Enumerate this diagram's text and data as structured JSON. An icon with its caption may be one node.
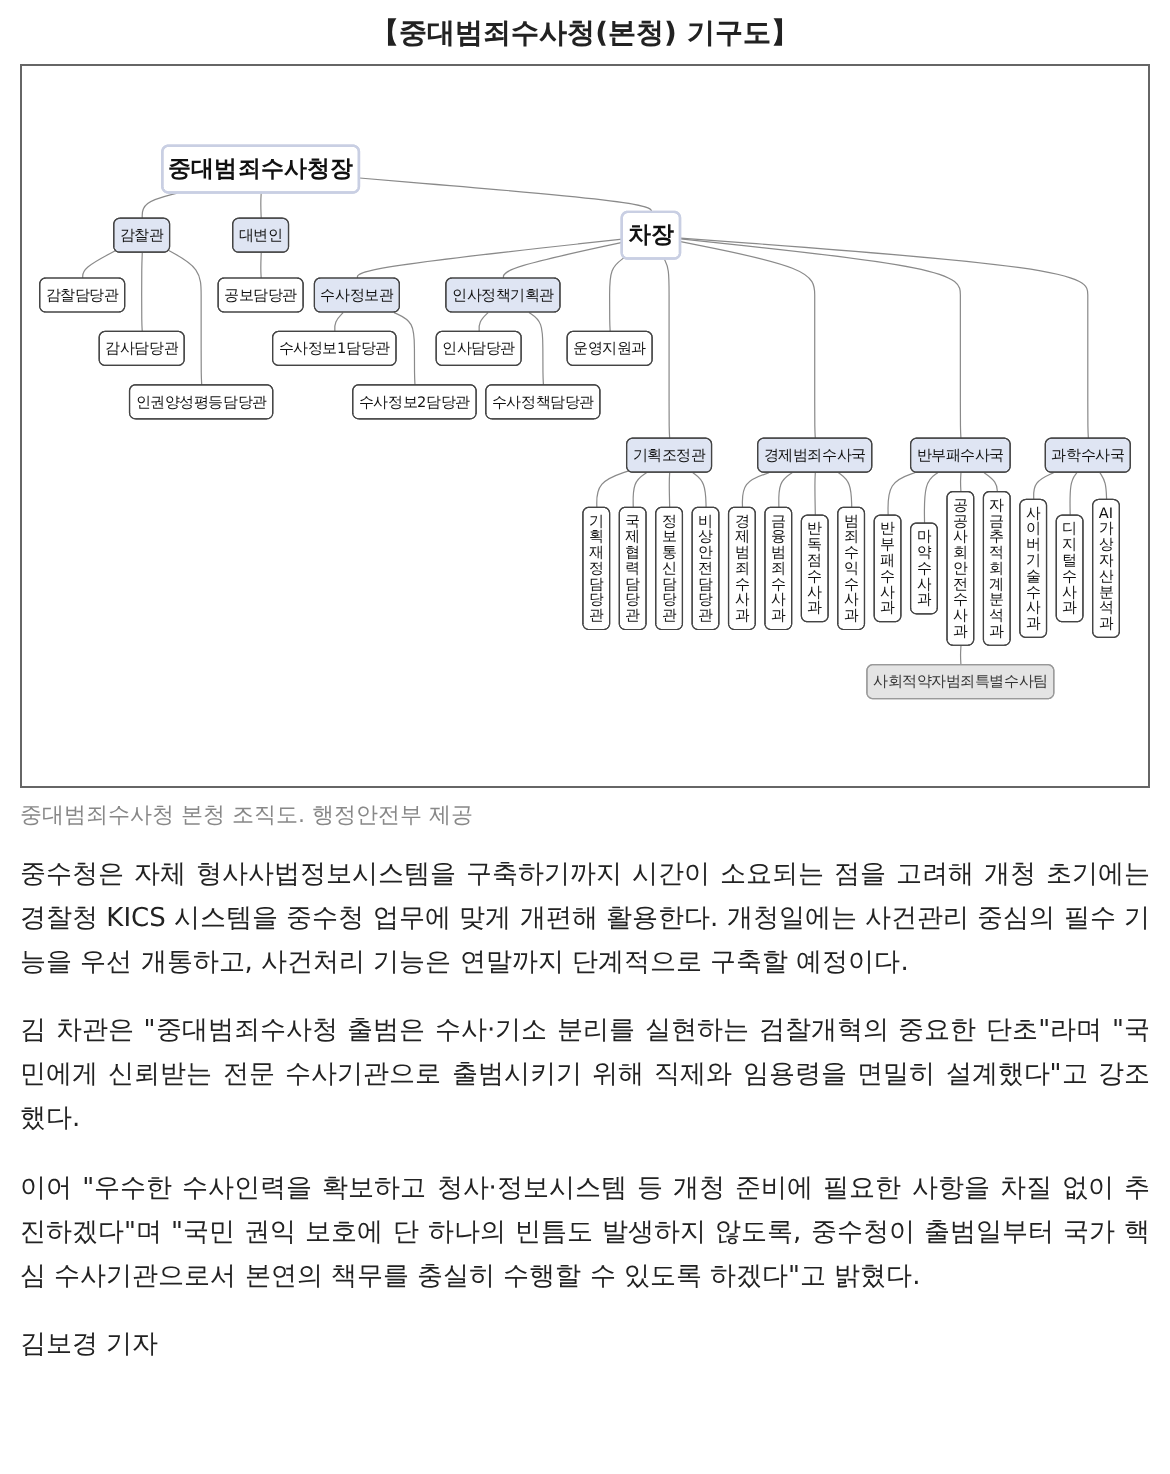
{
  "diagram": {
    "title": "【중대범죄수사청(본청) 기구도】",
    "caption": "중대범죄수사청 본청 조직도. 행정안전부 제공",
    "nodes": [
      {
        "text": [
          "중대범죄수사청장"
        ]
      },
      {
        "text": [
          "감찰담당관"
        ]
      },
      {
        "text": [
          "감사담당관"
        ]
      },
      {
        "text": [
          "인권양성평등담당관"
        ]
      },
      {
        "text": [
          "감찰관"
        ]
      },
      {
        "text": [
          "대변인"
        ]
      },
      {
        "text": [
          "공보담당관"
        ]
      },
      {
        "text": [
          "차장"
        ]
      },
      {
        "text": [
          "수사정보1담당관"
        ]
      },
      {
        "text": [
          "수사정보2담당관"
        ]
      },
      {
        "text": [
          "수사정보관"
        ]
      },
      {
        "text": [
          "인사정책기획관"
        ]
      },
      {
        "text": [
          "인사담당관"
        ]
      },
      {
        "text": [
          "수사정책담당관"
        ]
      },
      {
        "text": [
          "운영지원과"
        ]
      },
      {
        "text": [
          "기획조정관"
        ]
      },
      {
        "text": [
          "경제범죄수사국"
        ]
      },
      {
        "text": [
          "반부패수사국"
        ]
      },
      {
        "text": [
          "과학수사국"
        ]
      },
      {
        "text": [
          "기획재정담당관"
        ]
      },
      {
        "text": [
          "국제협력담당관"
        ]
      },
      {
        "text": [
          "정보통신담당관"
        ]
      },
      {
        "text": [
          "비상안전담당관"
        ]
      },
      {
        "text": [
          "경제범죄수사과"
        ]
      },
      {
        "text": [
          "금융범죄수사과"
        ]
      },
      {
        "text": [
          "반독점수사과"
        ]
      },
      {
        "text": [
          "범죄수익수사과"
        ]
      },
      {
        "text": [
          "반부패수사과"
        ]
      },
      {
        "text": [
          "마약수사과"
        ]
      },
      {
        "text": [
          "공공사회안전수사과"
        ]
      },
      {
        "text": [
          "자금추적회계분석과"
        ]
      },
      {
        "text": [
          "사이버기술수사과"
        ]
      },
      {
        "text": [
          "디지털수사과"
        ]
      },
      {
        "text": [
          "AI가상자산분석과"
        ]
      },
      {
        "text": [
          "사회적약자범죄특별수사팀"
        ]
      }
    ],
    "edges": [
      {
        "from": 0,
        "to": 4,
        "arrow": "none"
      },
      {
        "from": 0,
        "to": 5,
        "arrow": "none"
      },
      {
        "from": 0,
        "to": 7,
        "arrow": "none"
      },
      {
        "from": 4,
        "to": 1,
        "arrow": "none"
      },
      {
        "from": 4,
        "to": 2,
        "arrow": "none"
      },
      {
        "from": 4,
        "to": 3,
        "arrow": "none"
      },
      {
        "from": 5,
        "to": 6,
        "arrow": "none"
      },
      {
        "from": 7,
        "to": 10,
        "arrow": "none"
      },
      {
        "from": 7,
        "to": 11,
        "arrow": "none"
      },
      {
        "from": 7,
        "to": 14,
        "arrow": "none"
      },
      {
        "from": 10,
        "to": 8,
        "arrow": "none"
      },
      {
        "from": 10,
        "to": 9,
        "arrow": "none"
      },
      {
        "from": 11,
        "to": 12,
        "arrow": "none"
      },
      {
        "from": 11,
        "to": 13,
        "arrow": "none"
      },
      {
        "from": 7,
        "to": 15,
        "arrow": "none"
      },
      {
        "from": 7,
        "to": 16,
        "arrow": "none"
      },
      {
        "from": 7,
        "to": 17,
        "arrow": "none"
      },
      {
        "from": 7,
        "to": 18,
        "arrow": "none"
      },
      {
        "from": 15,
        "to": 19,
        "arrow": "none"
      },
      {
        "from": 15,
        "to": 20,
        "arrow": "none"
      },
      {
        "from": 15,
        "to": 21,
        "arrow": "none"
      },
      {
        "from": 15,
        "to": 22,
        "arrow": "none"
      },
      {
        "from": 16,
        "to": 23,
        "arrow": "none"
      },
      {
        "from": 16,
        "to": 24,
        "arrow": "none"
      },
      {
        "from": 16,
        "to": 25,
        "arrow": "none"
      },
      {
        "from": 16,
        "to": 26,
        "arrow": "none"
      },
      {
        "from": 17,
        "to": 27,
        "arrow": "none"
      },
      {
        "from": 17,
        "to": 28,
        "arrow": "none"
      },
      {
        "from": 17,
        "to": 29,
        "arrow": "none"
      },
      {
        "from": 17,
        "to": 30,
        "arrow": "none"
      },
      {
        "from": 18,
        "to": 31,
        "arrow": "none"
      },
      {
        "from": 18,
        "to": 32,
        "arrow": "none"
      },
      {
        "from": 18,
        "to": 33,
        "arrow": "none"
      },
      {
        "from": 29,
        "to": 34,
        "arrow": "none"
      }
    ],
    "labels": [
      "중수청은 자체 형사사법정보시스템을 구축하기까지 시간이 소요되는 점을 고려해 개청 초기에는 경찰청 KICS 시스템을 중수청 업무에 맞게 개편해 활용한다. 개청일에는 사건관리 중심의 필수 기능을 우선 개통하고, 사건처리 기능은 연말까지 단계적으로 구축할 예정이다.",
      "김 차관은 \"중대범죄수사청 출범은 수사·기소 분리를 실현하는 검찰개혁의 중요한 단초\"라며 \"국민에게 신뢰받는 전문 수사기관으로 출범시키기 위해 직제와 임용령을 면밀히 설계했다\"고 강조했다.",
      "이어 \"우수한 수사인력을 확보하고 청사·정보시스템 등 개청 준비에 필요한 사항을 차질 없이 추진하겠다\"며 \"국민 권익 보호에 단 하나의 빈틈도 발생하지 않도록, 중수청이 출범일부터 국가 핵심 수사기관으로서 본연의 책무를 충실히 수행할 수 있도록 하겠다\"고 밝혔다.",
      "김보경 기자"
    ]
  }
}
